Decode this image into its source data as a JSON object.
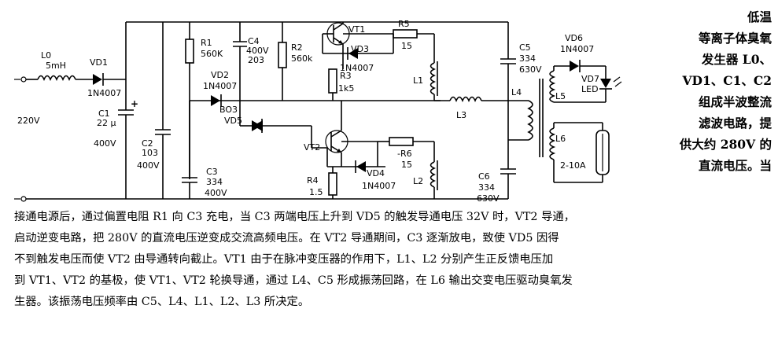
{
  "components": {
    "L0": {
      "ref": "L0",
      "value": "5mH"
    },
    "VD1": {
      "ref": "VD1",
      "value": "1N4007"
    },
    "input_voltage": "220V",
    "C1": {
      "ref": "C1",
      "value": "22 μ",
      "voltage": "400V"
    },
    "C2": {
      "ref": "C2",
      "value": "103",
      "voltage": "400V"
    },
    "R1": {
      "ref": "R1",
      "value": "560K"
    },
    "VD2": {
      "ref": "VD2",
      "value": "1N4007"
    },
    "C4": {
      "ref": "C4",
      "voltage": "400V",
      "value": "203"
    },
    "R2": {
      "ref": "R2",
      "value": "560k"
    },
    "BO3": "BO3",
    "VD5": "VD5",
    "C3": {
      "ref": "C3",
      "value": "334",
      "voltage": "400V"
    },
    "VT1": "VT1",
    "R5": {
      "ref": "R5",
      "value": "15"
    },
    "VD3": {
      "ref": "VD3",
      "value": "1N4007"
    },
    "R3": {
      "ref": "R3",
      "value": "1k5"
    },
    "L1": "L1",
    "L3": "L3",
    "VT2": "VT2",
    "R6": {
      "ref": "-R6",
      "value": "15"
    },
    "VD4": {
      "ref": "VD4",
      "value": "1N4007"
    },
    "R4": {
      "ref": "R4",
      "value": "1.5"
    },
    "L2": "L2",
    "C5": {
      "ref": "C5",
      "value": "334",
      "voltage": "630V"
    },
    "C6": {
      "ref": "C6",
      "value": "334",
      "voltage": "630V"
    },
    "L4": "L4",
    "L5": "L5",
    "L6": "L6",
    "VD6": {
      "ref": "VD6",
      "value": "1N4007"
    },
    "VD7": {
      "ref": "VD7",
      "value": "LED"
    },
    "tube": "2-10A"
  },
  "sidebar_lines": [
    "低温",
    "等离子体臭氧",
    "发生器 L0、",
    "VD1、C1、C2",
    "组成半波整流",
    "滤波电路，提",
    "供大约 280V 的",
    "直流电压。当"
  ],
  "body_lines": [
    "接通电源后，通过偏置电阻 R1 向 C3 充电，当 C3 两端电压上升到 VD5 的触发导通电压 32V 时，VT2 导通，",
    "启动逆变电路，把 280V 的直流电压逆变成交流高频电压。在 VT2 导通期间，C3 逐渐放电，致使 VD5 因得",
    "不到触发电压而使 VT2 由导通转向截止。VT1 由于在脉冲变压器的作用下，L1、L2 分别产生正反馈电压加",
    "到 VT1、VT2 的基极，使 VT1、VT2 轮换导通，通过 L4、C5 形成振荡回路，在 L6 输出交变电压驱动臭氧发",
    "生器。该振荡电压频率由 C5、L4、L1、L2、L3 所决定。"
  ]
}
